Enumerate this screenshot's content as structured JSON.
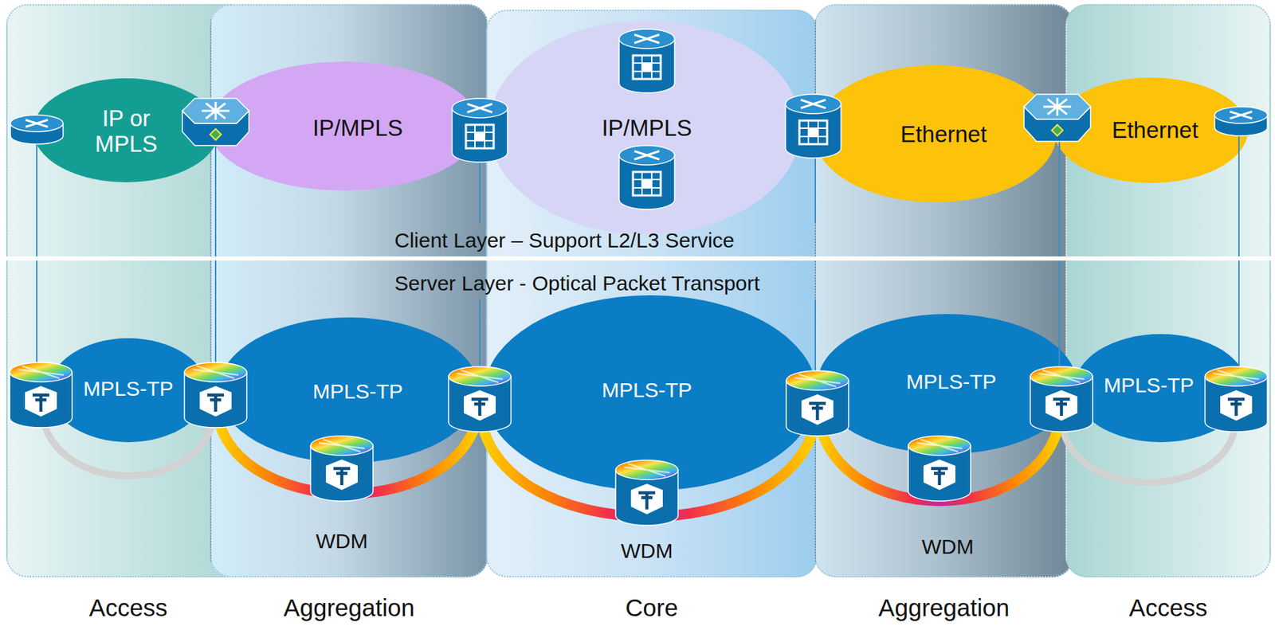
{
  "diagram": {
    "nodes": [
      {
        "text": [
          "Access"
        ]
      },
      {
        "text": [
          "Aggregation"
        ]
      },
      {
        "text": [
          "Core"
        ]
      },
      {
        "text": [
          "Aggregation"
        ]
      },
      {
        "text": [
          "Access"
        ]
      },
      {
        "text": [
          "IP or MPLS"
        ]
      },
      {
        "text": [
          "IP/MPLS"
        ]
      },
      {
        "text": [
          "IP/MPLS"
        ]
      },
      {
        "text": [
          "Ethernet"
        ]
      },
      {
        "text": [
          "Ethernet"
        ]
      },
      {
        "text": [
          "MPLS-TP"
        ]
      },
      {
        "text": [
          "MPLS-TP"
        ]
      },
      {
        "text": [
          "MPLS-TP"
        ]
      },
      {
        "text": [
          "MPLS-TP"
        ]
      },
      {
        "text": [
          "MPLS-TP"
        ]
      }
    ],
    "labels": [
      "Client Layer – Support L2/L3 Service",
      "Server Layer - Optical Packet Transport",
      "WDM",
      "WDM",
      "WDM"
    ]
  }
}
